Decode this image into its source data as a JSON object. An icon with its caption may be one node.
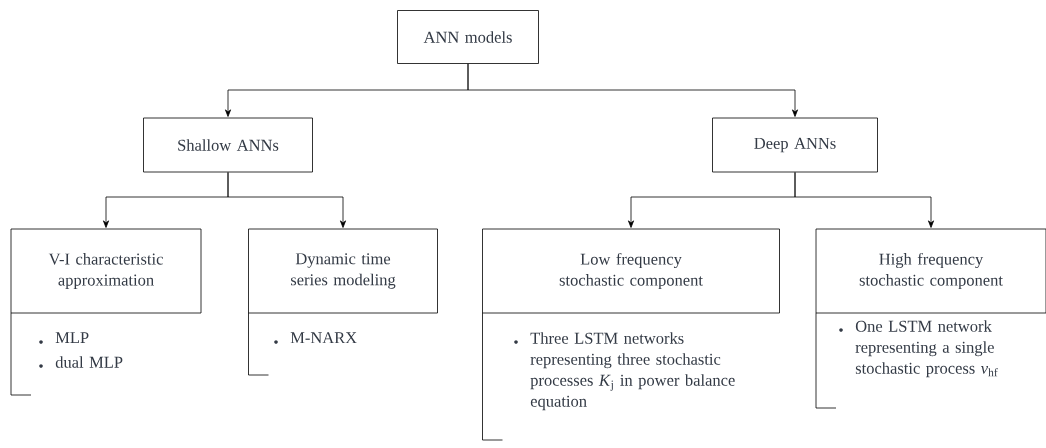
{
  "diagram": {
    "nodes": [
      {
        "text": [
          "ANN models"
        ]
      },
      {
        "text": [
          "Shallow ANNs"
        ]
      },
      {
        "text": [
          "Deep ANNs"
        ]
      },
      {
        "text": [
          "V-I characteristic approximation"
        ],
        "beside": [
          "MLP",
          "dual MLP"
        ]
      },
      {
        "text": [
          "Dynamic time series modeling"
        ],
        "beside": [
          "M-NARX"
        ]
      },
      {
        "text": [
          "Low frequency stochastic component"
        ],
        "beside": [
          "Three LSTM networks representing three stochastic processes *K*$_{j}$ in power balance equation"
        ]
      },
      {
        "text": [
          "High frequency stochastic component"
        ],
        "beside": [
          "One LSTM network representing a single stochastic process *v*$_{hf}$"
        ]
      }
    ],
    "edges": [
      {
        "from": 0,
        "to": 1,
        "arrow": "to"
      },
      {
        "from": 0,
        "to": 2,
        "arrow": "to"
      },
      {
        "from": 1,
        "to": 3,
        "arrow": "to"
      },
      {
        "from": 1,
        "to": 4,
        "arrow": "to"
      },
      {
        "from": 2,
        "to": 5,
        "arrow": "to"
      },
      {
        "from": 2,
        "to": 6,
        "arrow": "to"
      }
    ]
  }
}
